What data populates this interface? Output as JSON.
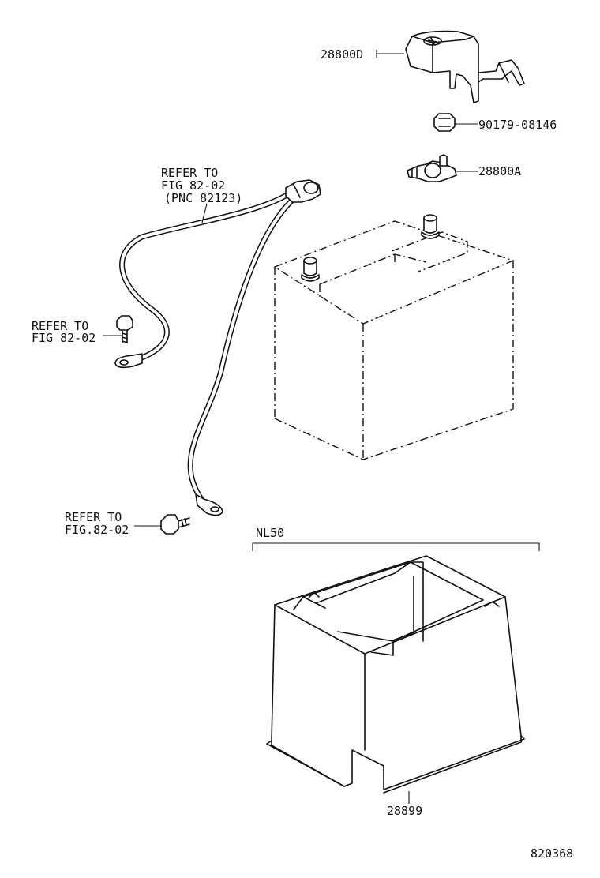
{
  "parts": {
    "terminal_cover": "28800D",
    "nut": "90179-08146",
    "terminal_clamp": "28800A",
    "battery_tray": "28899"
  },
  "references": {
    "cable": {
      "line1": "REFER TO",
      "line2": "FIG 82-02",
      "line3": "(PNC 82123)"
    },
    "bolt_upper": {
      "line1": "REFER TO",
      "line2": "FIG 82-02"
    },
    "bolt_lower": {
      "line1": "REFER TO",
      "line2": "FIG.82-02"
    }
  },
  "tray_variant": "NL50",
  "figure_number": "820368"
}
